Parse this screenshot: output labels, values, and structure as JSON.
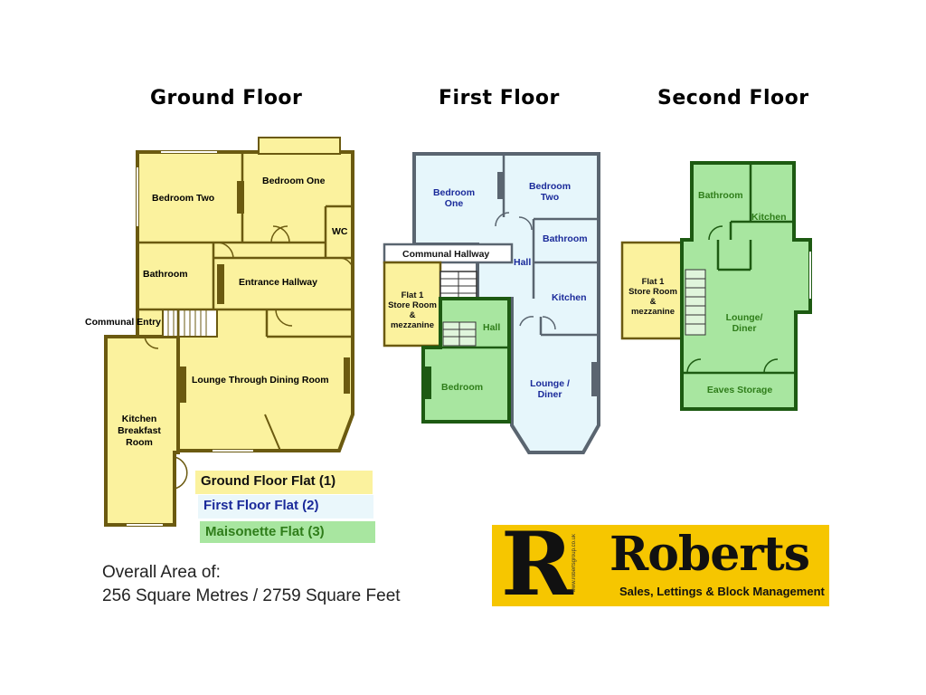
{
  "floors": {
    "ground": "Ground Floor",
    "first": "First Floor",
    "second": "Second Floor"
  },
  "rooms": {
    "ground": {
      "bedroom_two": "Bedroom Two",
      "bedroom_one": "Bedroom One",
      "wc": "WC",
      "bathroom": "Bathroom",
      "entrance_hallway": "Entrance Hallway",
      "communal_entry": "Communal Entry",
      "lounge": "Lounge Through Dining Room",
      "kitchen_l1": "Kitchen",
      "kitchen_l2": "Breakfast",
      "kitchen_l3": "Room"
    },
    "first": {
      "bedroom_one_l1": "Bedroom",
      "bedroom_one_l2": "One",
      "bedroom_two_l1": "Bedroom",
      "bedroom_two_l2": "Two",
      "bathroom": "Bathroom",
      "communal_hallway": "Communal Hallway",
      "hall_upper": "Hall",
      "store_l1": "Flat 1",
      "store_l2": "Store Room",
      "store_l3": "&",
      "store_l4": "mezzanine",
      "kitchen": "Kitchen",
      "hall_lower": "Hall",
      "bedroom": "Bedroom",
      "lounge_l1": "Lounge /",
      "lounge_l2": "Diner"
    },
    "second": {
      "bathroom": "Bathroom",
      "kitchen": "Kitchen",
      "store_l1": "Flat 1",
      "store_l2": "Store Room",
      "store_l3": "&",
      "store_l4": "mezzanine",
      "lounge_l1": "Lounge/",
      "lounge_l2": "Diner",
      "eaves": "Eaves Storage"
    }
  },
  "legend": {
    "flat1": "Ground Floor Flat (1)",
    "flat2": "First Floor Flat (2)",
    "flat3": "Maisonette Flat (3)"
  },
  "area": {
    "line1": "Overall Area of:",
    "line2": "256 Square Metres / 2759 Square Feet"
  },
  "logo": {
    "initial": "R",
    "name": "Roberts",
    "tagline": "Sales, Lettings & Block Management",
    "website": "www.robertsgroup.co.uk"
  },
  "colors": {
    "flat1_fill": "#fbf29e",
    "flat1_wall": "#6b5a10",
    "flat2_fill": "#e6f6fb",
    "flat2_wall": "#5a6570",
    "flat3_fill": "#a8e6a0",
    "flat3_wall": "#1d5a12",
    "flat1_text": "#111111",
    "flat2_text": "#1a2a9a",
    "flat3_text": "#2f7d1a",
    "logo_bg": "#f6c600"
  }
}
